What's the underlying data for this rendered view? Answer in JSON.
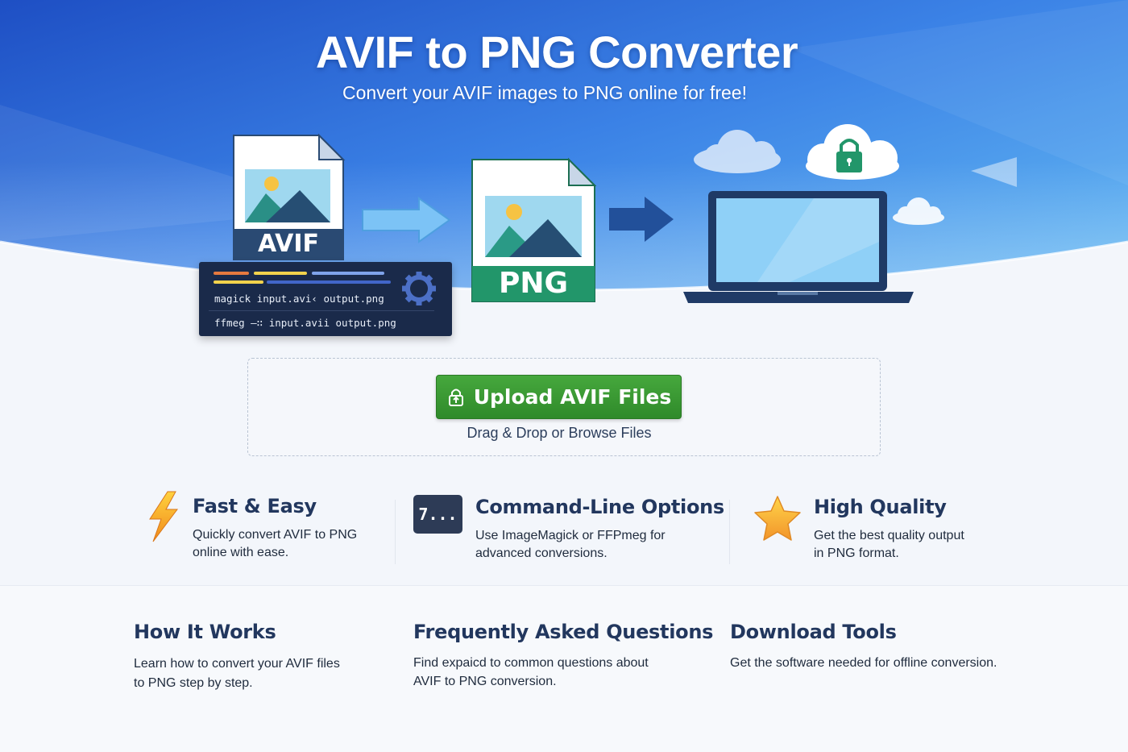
{
  "hero": {
    "title": "AVIF to PNG Converter",
    "subtitle": "Convert your AVIF images to PNG online for free!"
  },
  "illustration": {
    "source_label": "AVIF",
    "target_label": "PNG",
    "cli_line_1": "magick input.avi‹ output.png",
    "cli_line_2": "ffmeg –∷ input.avii output.png",
    "icons": [
      "avif-file-icon",
      "arrow-right-icon",
      "png-file-icon",
      "laptop-icon",
      "cloud-icon",
      "lock-icon",
      "gear-icon"
    ]
  },
  "upload": {
    "button_label": "Upload AVIF Files",
    "hint": "Drag & Drop or Browse Files"
  },
  "features": [
    {
      "title": "Fast & Easy",
      "line1": "Quickly convert AVIF to PNG",
      "line2": "online with ease.",
      "icon": "lightning-icon"
    },
    {
      "title": "Command-Line Options",
      "line1": "Use ImageMagick or FFPmeg for",
      "line2": "advanced conversions.",
      "icon": "terminal-icon",
      "icon_text": "7..."
    },
    {
      "title": "High Quality",
      "line1": "Get the best quality output",
      "line2": "in PNG format.",
      "icon": "star-icon"
    }
  ],
  "bottom": [
    {
      "title": "How It Works",
      "line1": "Learn how to convert your AVIF files",
      "line2": "to PNG step by step."
    },
    {
      "title": "Frequently Asked Questions",
      "line1": "Find expaicd to common questions about",
      "line2": "AVIF to PNG conversion."
    },
    {
      "title": "Download Tools",
      "line1": "Get the software needed for offline conversion."
    }
  ],
  "colors": {
    "hero_blue": "#2f6fe0",
    "upload_green": "#3a9a34",
    "heading_navy": "#22375e",
    "png_green": "#22966a",
    "avif_navy": "#2a4a73"
  }
}
